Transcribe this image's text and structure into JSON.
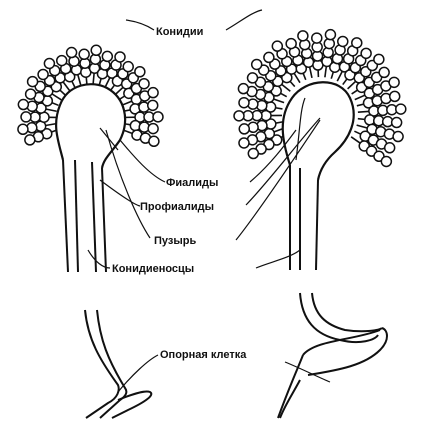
{
  "labels": {
    "conidia": "Конидии",
    "phialides": "Фиалиды",
    "prophialides": "Профиалиды",
    "vesicle": "Пузырь",
    "conidiophores": "Конидиеносцы",
    "foot_cell": "Опорная клетка"
  }
}
